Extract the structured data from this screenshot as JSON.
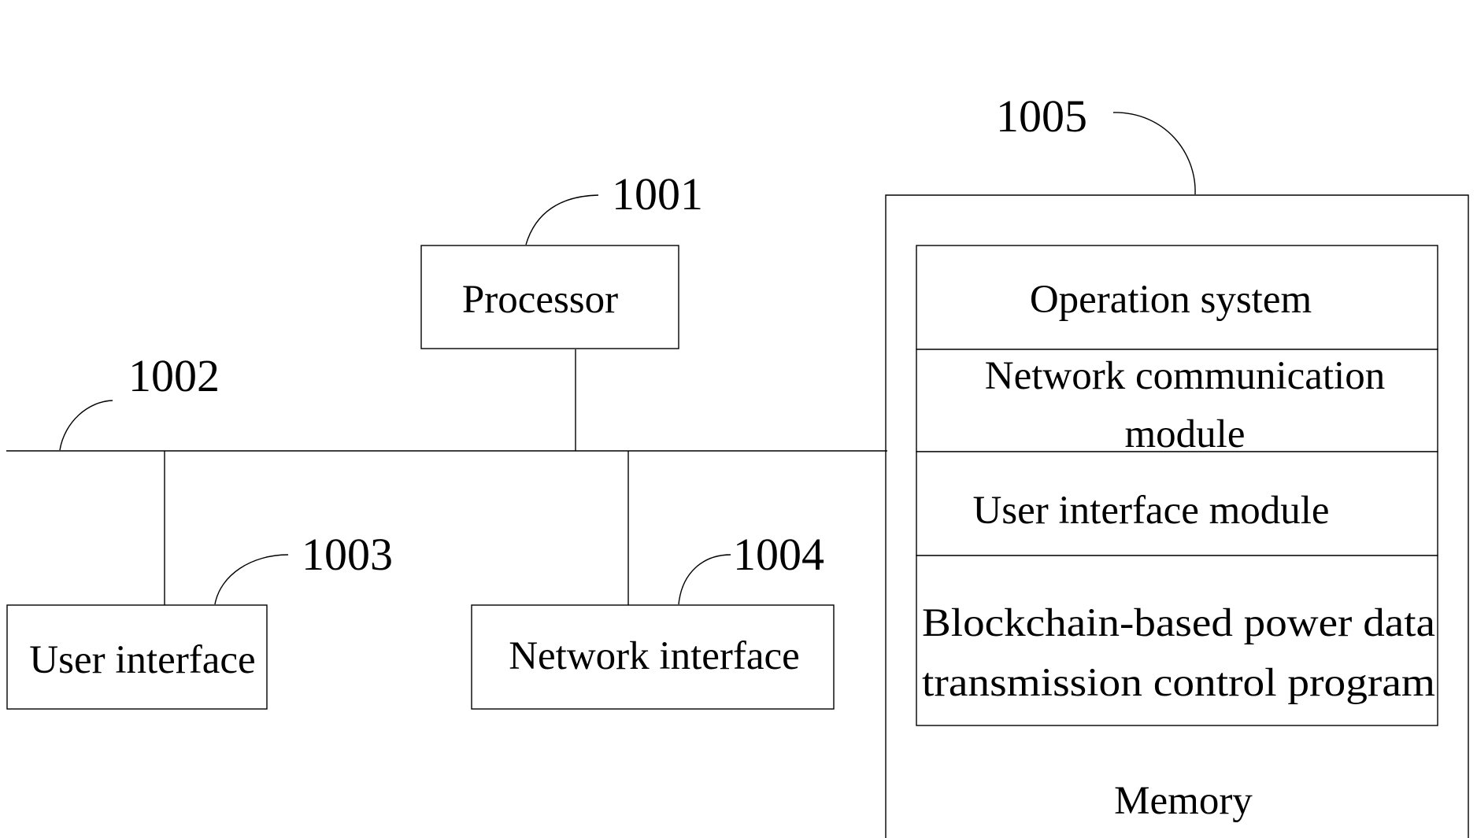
{
  "processor": {
    "label": "Processor",
    "ref": "1001"
  },
  "bus": {
    "ref": "1002"
  },
  "user_interface": {
    "label": "User interface",
    "ref": "1003"
  },
  "network_interface": {
    "label": "Network interface",
    "ref": "1004"
  },
  "memory": {
    "label": "Memory",
    "ref": "1005",
    "modules": {
      "os": "Operation system",
      "netcomm_line1": "Network communication",
      "netcomm_line2": "module",
      "ui_module": "User interface module",
      "program_line1": "Blockchain-based power data",
      "program_line2": "transmission control program"
    }
  }
}
